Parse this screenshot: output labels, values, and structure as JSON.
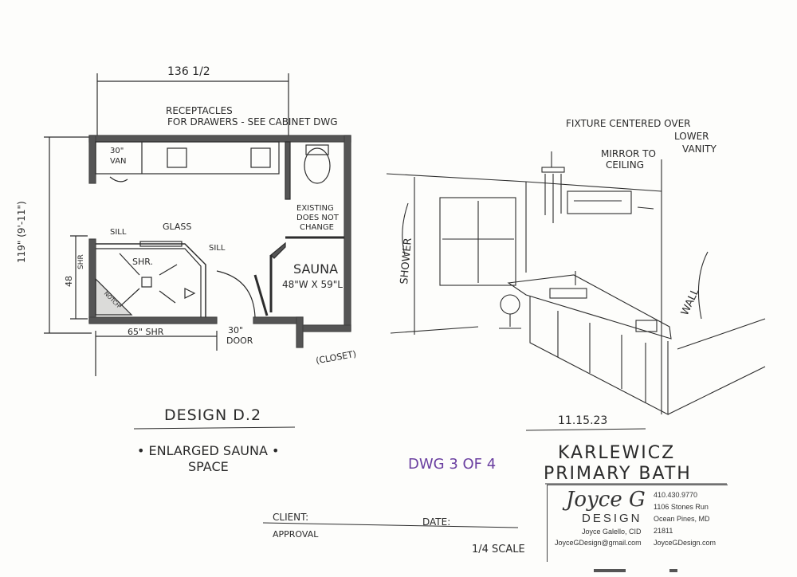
{
  "plan": {
    "width_dim": "136 1/2",
    "height_dim": "119\" (9'-11\")",
    "shower_height_dim": "48",
    "receptacles_note_line1": "RECEPTACLES",
    "receptacles_note_line2": "FOR DRAWERS - SEE CABINET DWG",
    "vanity_label_line1": "30\"",
    "vanity_label_line2": "VAN",
    "existing_note_line1": "EXISTING",
    "existing_note_line2": "DOES NOT",
    "existing_note_line3": "CHANGE",
    "sill_left": "SILL",
    "glass_label": "GLASS",
    "sill_right": "SILL",
    "shower_label": "SHR.",
    "bench_label": "SHR",
    "corner_label": "NOTCH",
    "sauna_label": "SAUNA",
    "sauna_dims": "48\"W X 59\"L",
    "shower_width_dim": "65\" SHR",
    "door_label_line1": "30\"",
    "door_label_line2": "DOOR",
    "closet_label": "(CLOSET)"
  },
  "elevation": {
    "fixture_note_line1": "FIXTURE CENTERED OVER",
    "fixture_note_line2": "LOWER",
    "fixture_note_line3": "VANITY",
    "mirror_note_line1": "MIRROR TO",
    "mirror_note_line2": "CEILING",
    "shower_label": "SHOWER",
    "wall_label": "WALL"
  },
  "design_title": "DESIGN D.2",
  "design_subtitle_line1": "• ENLARGED SAUNA •",
  "design_subtitle_line2": "SPACE",
  "date": "11.15.23",
  "drawing_number": "DWG 3 OF 4",
  "project_line1": "KARLEWICZ",
  "project_line2": "PRIMARY BATH",
  "client_label": "CLIENT:",
  "approval_label": "APPROVAL",
  "date_label": "DATE:",
  "scale": "1/4 SCALE",
  "logo": {
    "script": "Joyce G",
    "word": "DESIGN",
    "person": "Joyce Galello, CID",
    "email": "JoyceGDesign@gmail.com"
  },
  "contact": {
    "phone": "410.430.9770",
    "street": "1106 Stones Run",
    "city": "Ocean Pines, MD",
    "zip": "21811",
    "web": "JoyceGDesign.com"
  },
  "colors": {
    "pencil": "#2c2c2c",
    "wall_fill": "#555555",
    "purple_ink": "#6a3fa0"
  }
}
